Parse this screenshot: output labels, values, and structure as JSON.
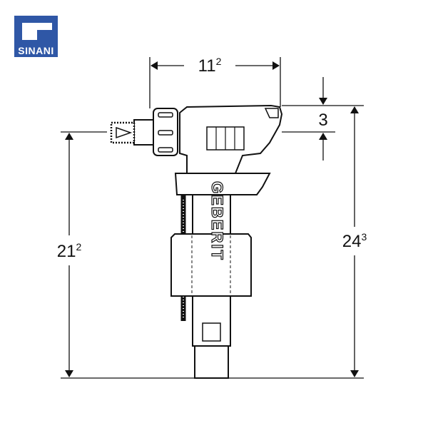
{
  "logo": {
    "text": "SINANI",
    "color": "#2f57a6"
  },
  "product": {
    "brand_mark": "GEBERIT"
  },
  "dimensions": {
    "width": {
      "main": "11",
      "sup": "2"
    },
    "offset": {
      "main": "3"
    },
    "inlet_height": {
      "main": "21",
      "sup": "2"
    },
    "total_height": {
      "main": "24",
      "sup": "3"
    }
  }
}
